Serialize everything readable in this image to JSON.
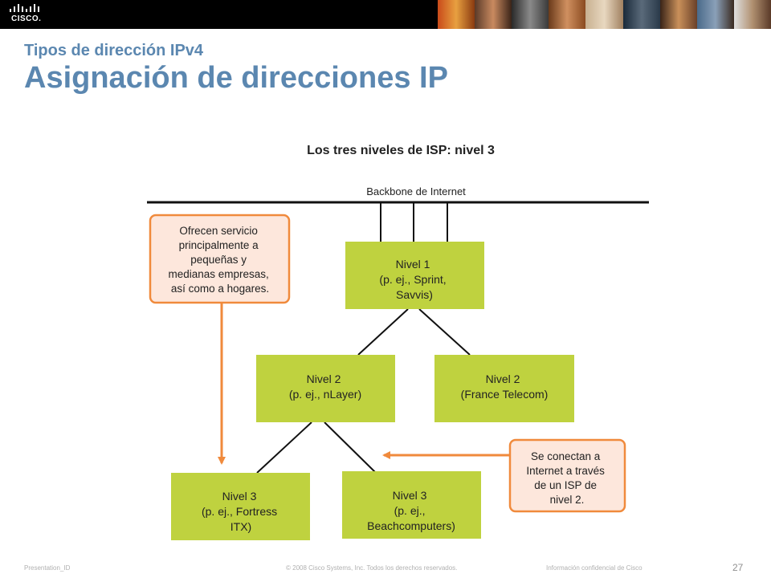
{
  "header": {
    "logo_text": "CISCO."
  },
  "slide": {
    "subtitle": "Tipos de dirección IPv4",
    "title": "Asignación de direcciones IP"
  },
  "diagram": {
    "title": "Los tres niveles de ISP: nivel 3",
    "backbone_label": "Backbone de Internet",
    "tier1": [
      "Nivel 1",
      "(p. ej., Sprint,",
      "Savvis)"
    ],
    "tier2_left": [
      "Nivel 2",
      "(p. ej., nLayer)"
    ],
    "tier2_right": [
      "Nivel 2",
      "(France Telecom)"
    ],
    "tier3_left": [
      "Nivel 3",
      "(p. ej., Fortress",
      "ITX)"
    ],
    "tier3_right": [
      "Nivel 3",
      "(p. ej.,",
      "Beachcomputers)"
    ],
    "callout_left": [
      "Ofrecen servicio",
      "principalmente a",
      "pequeñas y",
      "medianas empresas,",
      "así como a hogares."
    ],
    "callout_right": [
      "Se conectan a",
      "Internet a través",
      "de un ISP de",
      "nivel 2."
    ],
    "colors": {
      "tier_box": "#bfd23f",
      "callout_border": "#f08a3c",
      "callout_fill": "#fde7dc",
      "arrow": "#f08a3c"
    }
  },
  "footer": {
    "presentation_id": "Presentation_ID",
    "copyright": "© 2008 Cisco Systems, Inc. Todos los derechos reservados.",
    "confidential": "Información confidencial de Cisco",
    "page_number": "27"
  }
}
